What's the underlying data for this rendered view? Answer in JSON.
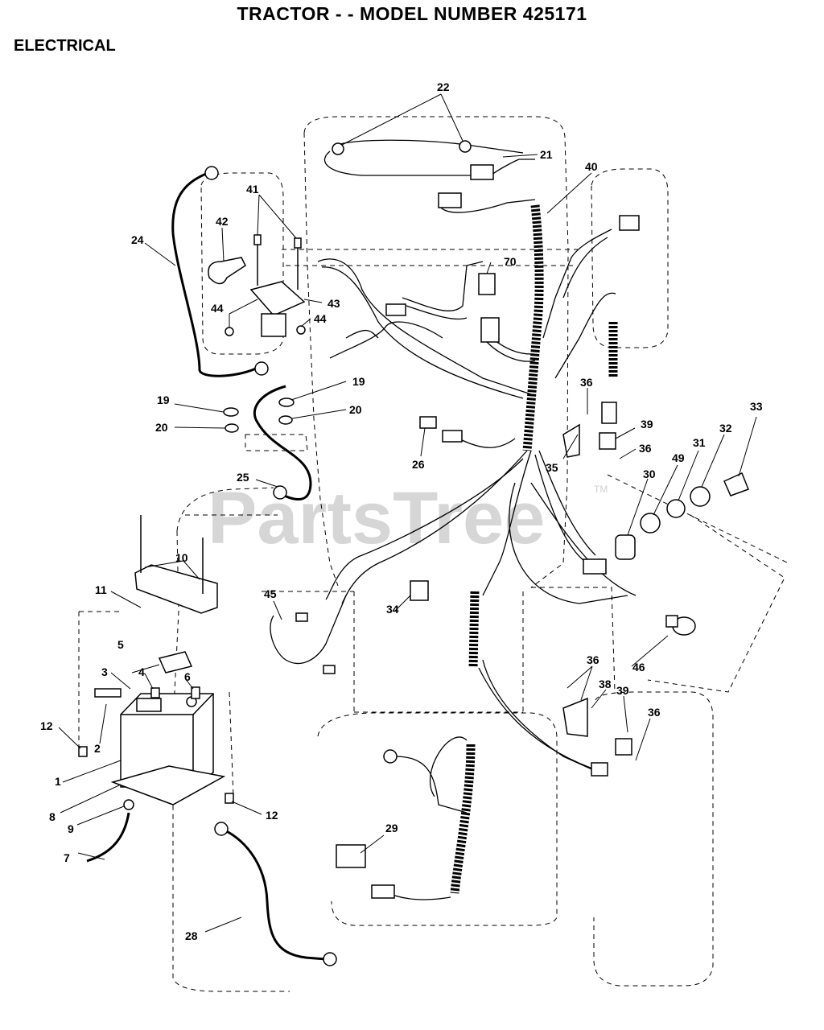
{
  "header": {
    "title": "TRACTOR - - MODEL NUMBER 425171",
    "section": "ELECTRICAL"
  },
  "watermark": {
    "text": "PartsTree",
    "tm": "TM"
  },
  "callouts": [
    {
      "id": "c1",
      "label": "1"
    },
    {
      "id": "c2",
      "label": "2"
    },
    {
      "id": "c3",
      "label": "3"
    },
    {
      "id": "c4",
      "label": "4"
    },
    {
      "id": "c5",
      "label": "5"
    },
    {
      "id": "c6",
      "label": "6"
    },
    {
      "id": "c7",
      "label": "7"
    },
    {
      "id": "c8",
      "label": "8"
    },
    {
      "id": "c9",
      "label": "9"
    },
    {
      "id": "c10",
      "label": "10"
    },
    {
      "id": "c11",
      "label": "11"
    },
    {
      "id": "c12a",
      "label": "12"
    },
    {
      "id": "c12b",
      "label": "12"
    },
    {
      "id": "c19a",
      "label": "19"
    },
    {
      "id": "c19b",
      "label": "19"
    },
    {
      "id": "c20a",
      "label": "20"
    },
    {
      "id": "c20b",
      "label": "20"
    },
    {
      "id": "c21",
      "label": "21"
    },
    {
      "id": "c22",
      "label": "22"
    },
    {
      "id": "c24",
      "label": "24"
    },
    {
      "id": "c25",
      "label": "25"
    },
    {
      "id": "c26",
      "label": "26"
    },
    {
      "id": "c28",
      "label": "28"
    },
    {
      "id": "c29",
      "label": "29"
    },
    {
      "id": "c30",
      "label": "30"
    },
    {
      "id": "c31",
      "label": "31"
    },
    {
      "id": "c32",
      "label": "32"
    },
    {
      "id": "c33",
      "label": "33"
    },
    {
      "id": "c34",
      "label": "34"
    },
    {
      "id": "c35",
      "label": "35"
    },
    {
      "id": "c36a",
      "label": "36"
    },
    {
      "id": "c36b",
      "label": "36"
    },
    {
      "id": "c36c",
      "label": "36"
    },
    {
      "id": "c36d",
      "label": "36"
    },
    {
      "id": "c38",
      "label": "38"
    },
    {
      "id": "c39a",
      "label": "39"
    },
    {
      "id": "c39b",
      "label": "39"
    },
    {
      "id": "c40",
      "label": "40"
    },
    {
      "id": "c41",
      "label": "41"
    },
    {
      "id": "c42",
      "label": "42"
    },
    {
      "id": "c43",
      "label": "43"
    },
    {
      "id": "c44a",
      "label": "44"
    },
    {
      "id": "c44b",
      "label": "44"
    },
    {
      "id": "c45",
      "label": "45"
    },
    {
      "id": "c46",
      "label": "46"
    },
    {
      "id": "c49",
      "label": "49"
    },
    {
      "id": "c70",
      "label": "70"
    }
  ]
}
